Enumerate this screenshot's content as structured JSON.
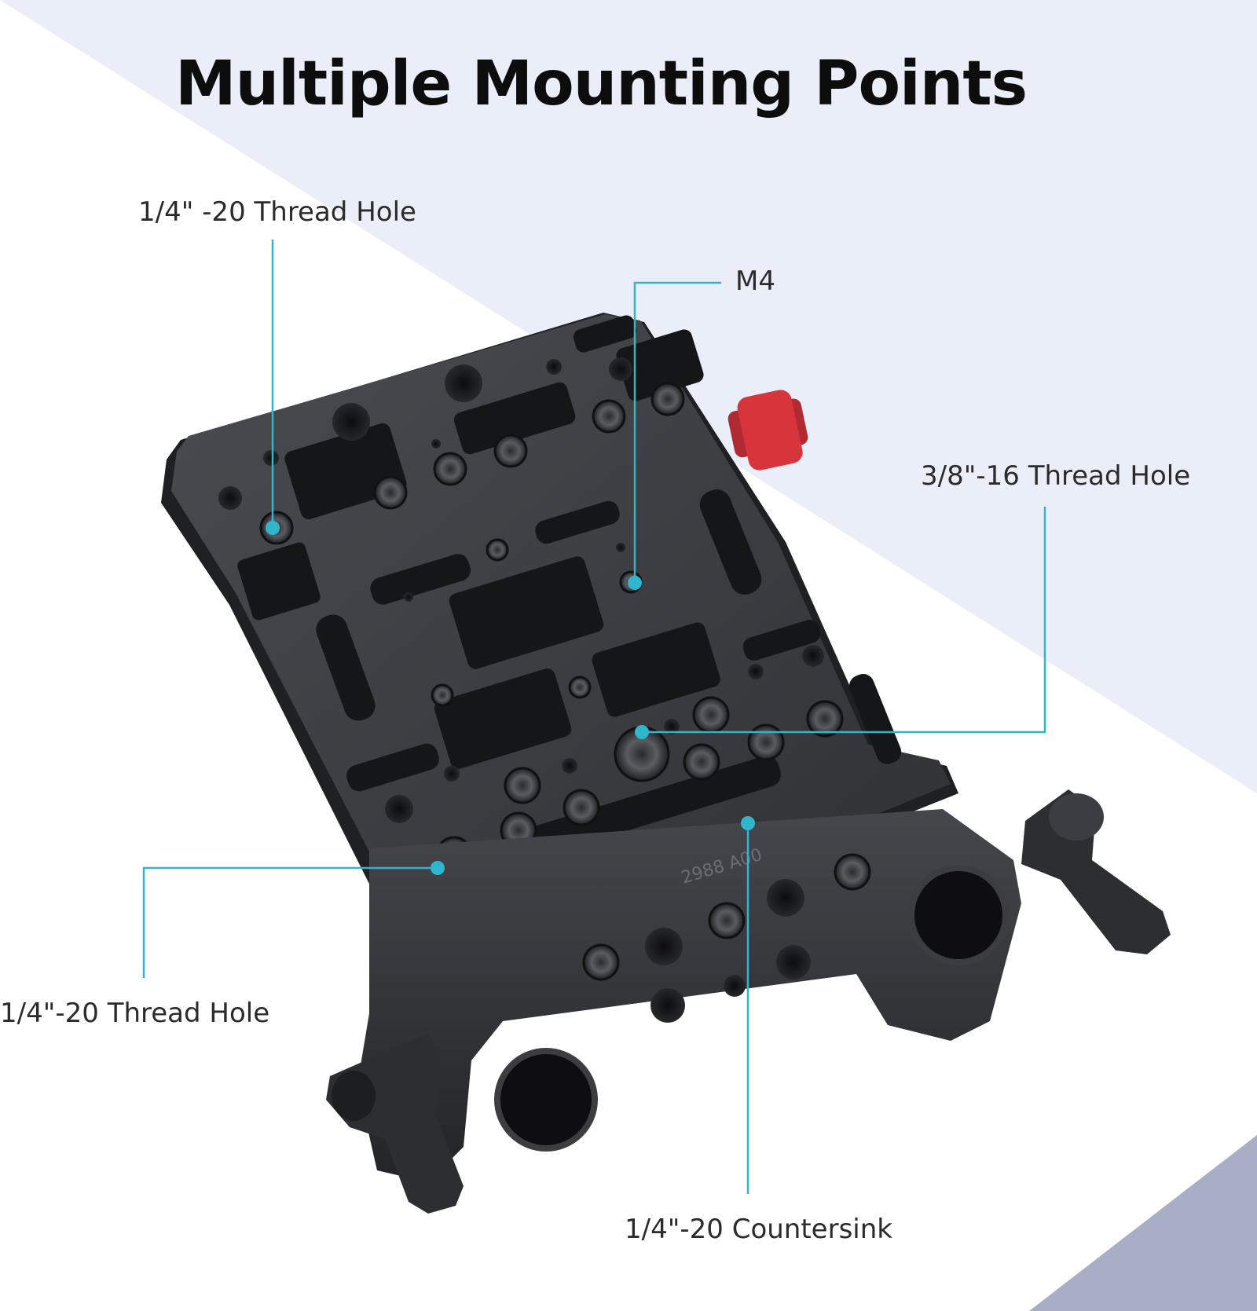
{
  "title": "Multiple Mounting Points",
  "callouts": {
    "quarter_top": "1/4\" -20 Thread Hole",
    "m4": "M4",
    "three_eighths": "3/8\"-16 Thread Hole",
    "quarter_left": "1/4\"-20 Thread Hole",
    "countersink": "1/4\"-20 Countersink"
  },
  "engraving": "2988 A00",
  "colors": {
    "accent": "#2fb5cc",
    "background_light": "#e9eef8",
    "background_dark": "#a7aec5",
    "plate": "#3a3c40",
    "plate_dark": "#1c1d20",
    "knob": "#d8343c"
  }
}
